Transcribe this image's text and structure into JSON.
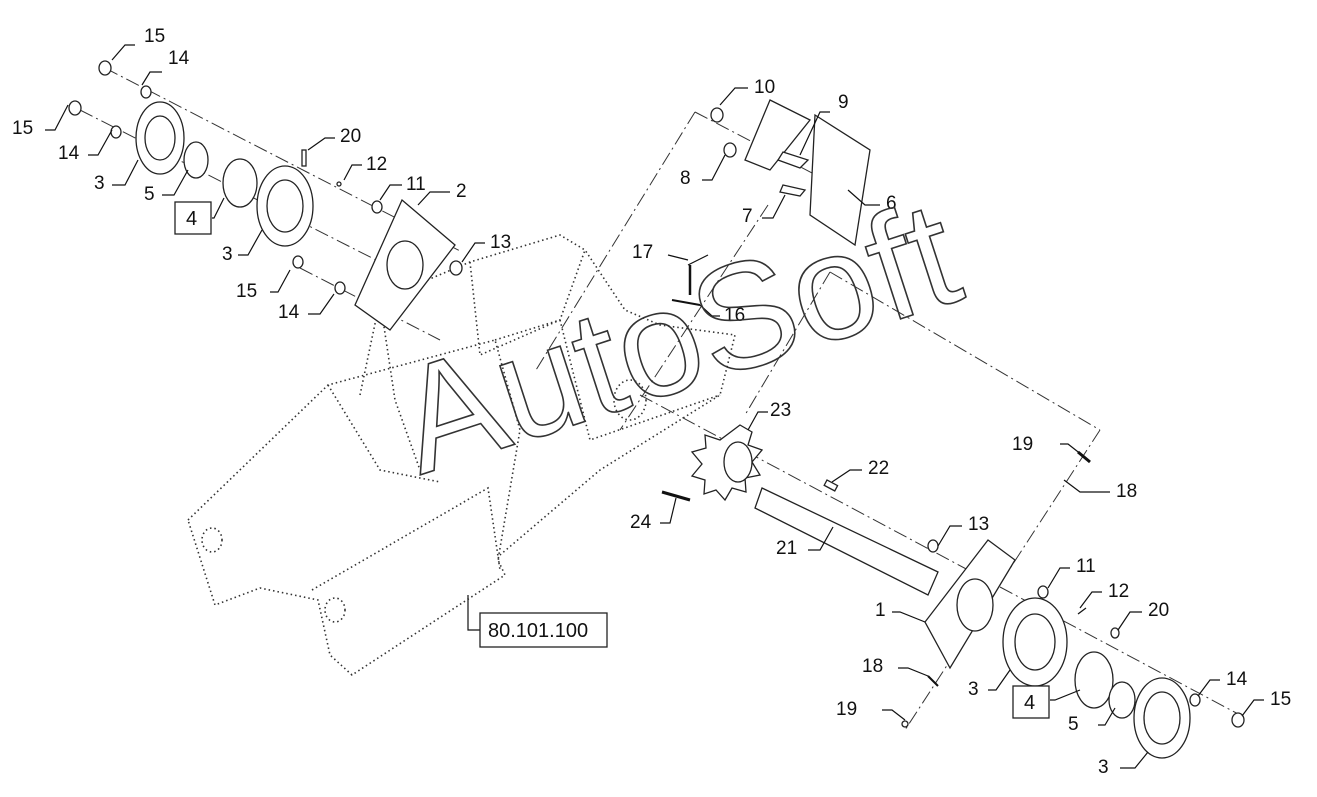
{
  "watermark": "AutoSoft",
  "reference_box": "80.101.100",
  "callouts": [
    {
      "id": "c1",
      "text": "15"
    },
    {
      "id": "c2",
      "text": "14"
    },
    {
      "id": "c3",
      "text": "15"
    },
    {
      "id": "c4",
      "text": "14"
    },
    {
      "id": "c5",
      "text": "3"
    },
    {
      "id": "c6",
      "text": "5"
    },
    {
      "id": "c7",
      "text": "4",
      "boxed": true
    },
    {
      "id": "c8",
      "text": "3"
    },
    {
      "id": "c9",
      "text": "15"
    },
    {
      "id": "c10",
      "text": "14"
    },
    {
      "id": "c11",
      "text": "20"
    },
    {
      "id": "c12",
      "text": "12"
    },
    {
      "id": "c13",
      "text": "11"
    },
    {
      "id": "c14",
      "text": "2"
    },
    {
      "id": "c15",
      "text": "13"
    },
    {
      "id": "c16",
      "text": "10"
    },
    {
      "id": "c17",
      "text": "9"
    },
    {
      "id": "c18",
      "text": "8"
    },
    {
      "id": "c19",
      "text": "7"
    },
    {
      "id": "c20",
      "text": "6"
    },
    {
      "id": "c21",
      "text": "17"
    },
    {
      "id": "c22",
      "text": "16"
    },
    {
      "id": "c23",
      "text": "23"
    },
    {
      "id": "c24",
      "text": "19"
    },
    {
      "id": "c25",
      "text": "18"
    },
    {
      "id": "c26",
      "text": "22"
    },
    {
      "id": "c27",
      "text": "24"
    },
    {
      "id": "c28",
      "text": "13"
    },
    {
      "id": "c29",
      "text": "21"
    },
    {
      "id": "c30",
      "text": "11"
    },
    {
      "id": "c31",
      "text": "12"
    },
    {
      "id": "c32",
      "text": "1"
    },
    {
      "id": "c33",
      "text": "20"
    },
    {
      "id": "c34",
      "text": "18"
    },
    {
      "id": "c35",
      "text": "3"
    },
    {
      "id": "c36",
      "text": "4",
      "boxed": true
    },
    {
      "id": "c37",
      "text": "14"
    },
    {
      "id": "c38",
      "text": "15"
    },
    {
      "id": "c39",
      "text": "19"
    },
    {
      "id": "c40",
      "text": "5"
    },
    {
      "id": "c41",
      "text": "3"
    }
  ]
}
